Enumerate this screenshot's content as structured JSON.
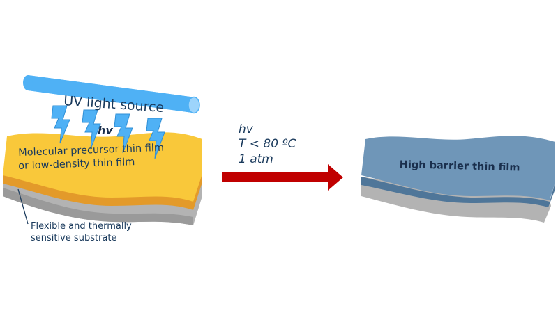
{
  "diagram": {
    "uv_source_label": "UV light source",
    "hv_label": "hv",
    "precursor_line1": "Molecular precursor thin film",
    "precursor_line2": "or low-density thin film",
    "substrate_line1": "Flexible and thermally",
    "substrate_line2": "sensitive substrate",
    "conditions": {
      "line1": "hv",
      "line2": "T < 80 ºC",
      "line3": "1 atm"
    },
    "result_label": "High barrier thin film"
  },
  "colors": {
    "uv_tube": "#4fb1f5",
    "uv_tube_end": "#9dd4fb",
    "lightning": "#4fb1f5",
    "precursor_film": "#f9c83a",
    "precursor_edge": "#e39a2a",
    "substrate_gray": "#b3b3b3",
    "arrow": "#c00000",
    "barrier_film": "#6f96b8",
    "barrier_edge": "#4f7699",
    "text": "#1a3a5c"
  }
}
